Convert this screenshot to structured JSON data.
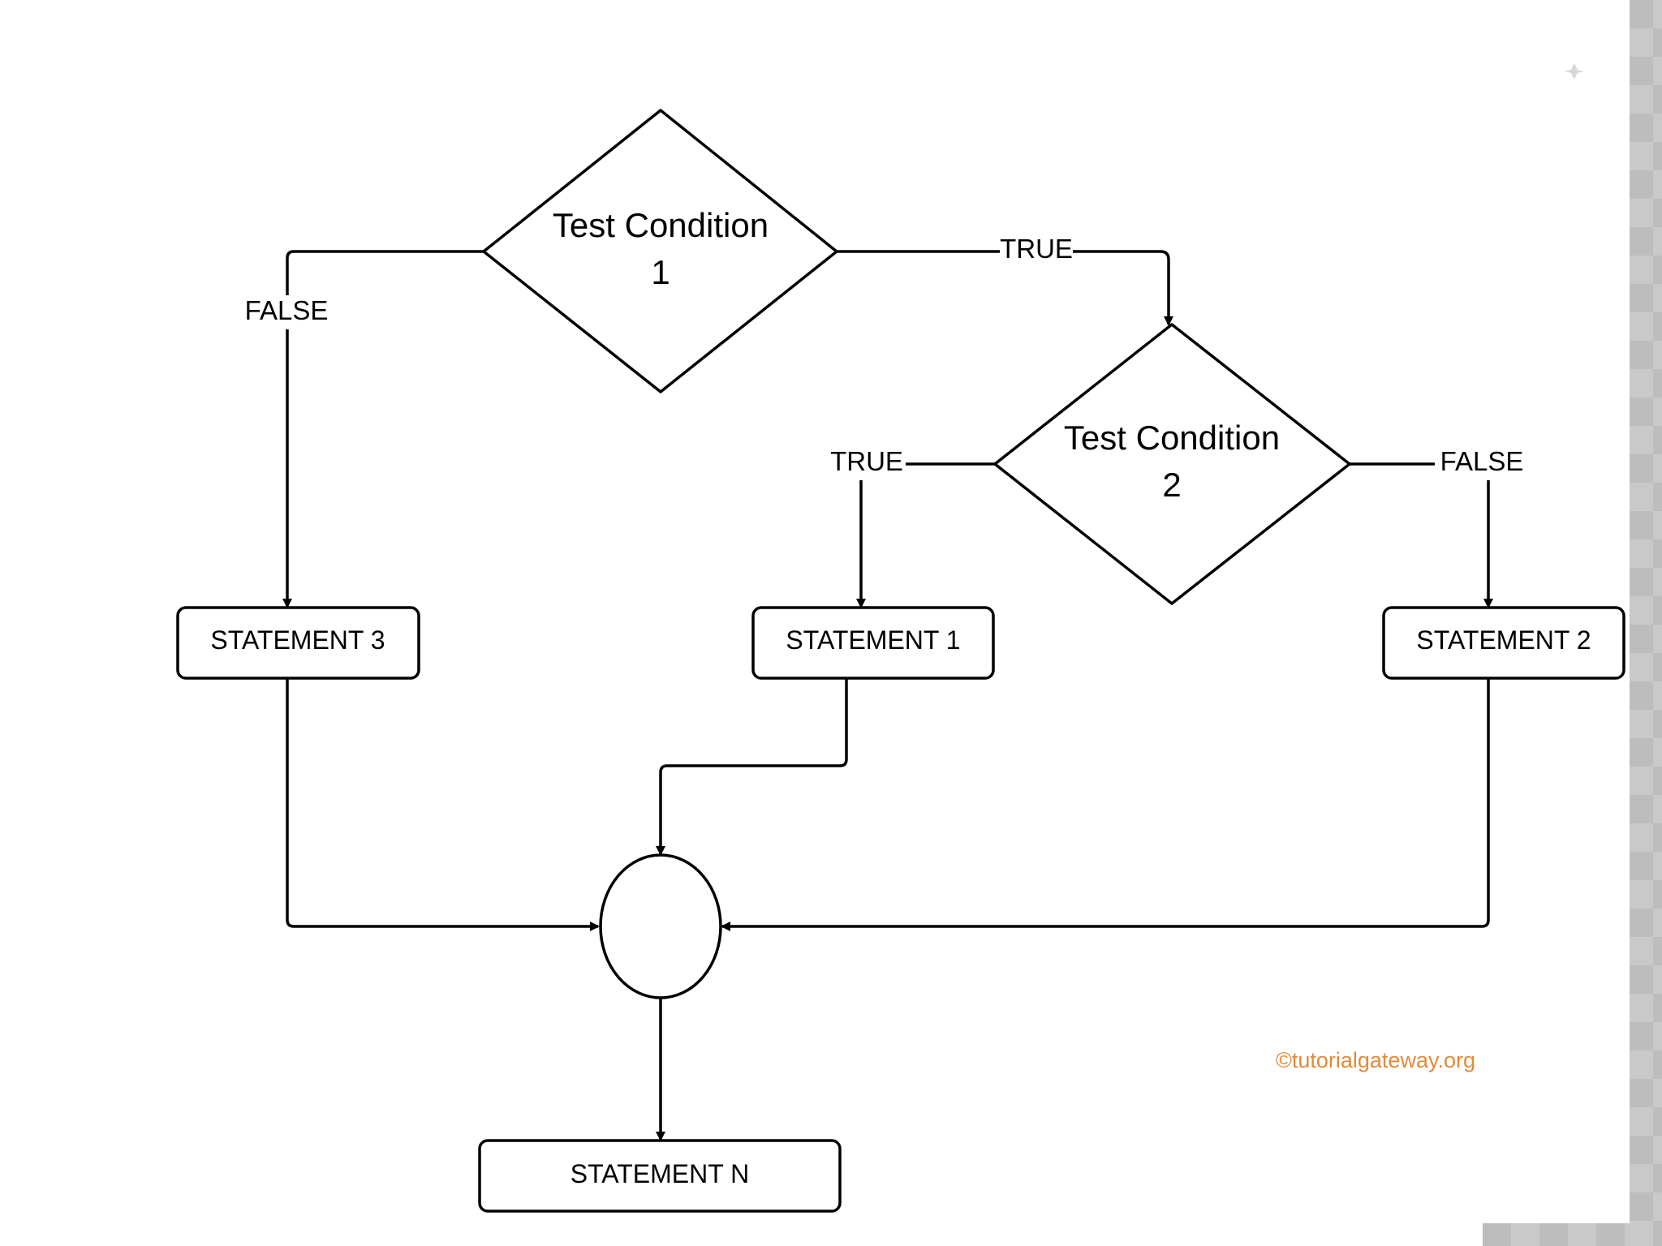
{
  "nodes": {
    "cond1": {
      "line1": "Test Condition",
      "line2": "1"
    },
    "cond2": {
      "line1": "Test Condition",
      "line2": "2"
    },
    "stmt1": "STATEMENT 1",
    "stmt2": "STATEMENT 2",
    "stmt3": "STATEMENT 3",
    "stmtN": "STATEMENT N"
  },
  "edge_labels": {
    "cond1_true": "TRUE",
    "cond1_false": "FALSE",
    "cond2_true": "TRUE",
    "cond2_false": "FALSE"
  },
  "watermark": "©tutorialgateway.org",
  "colors": {
    "watermark": "#e08a3a",
    "panel": "#c9c9c9"
  }
}
